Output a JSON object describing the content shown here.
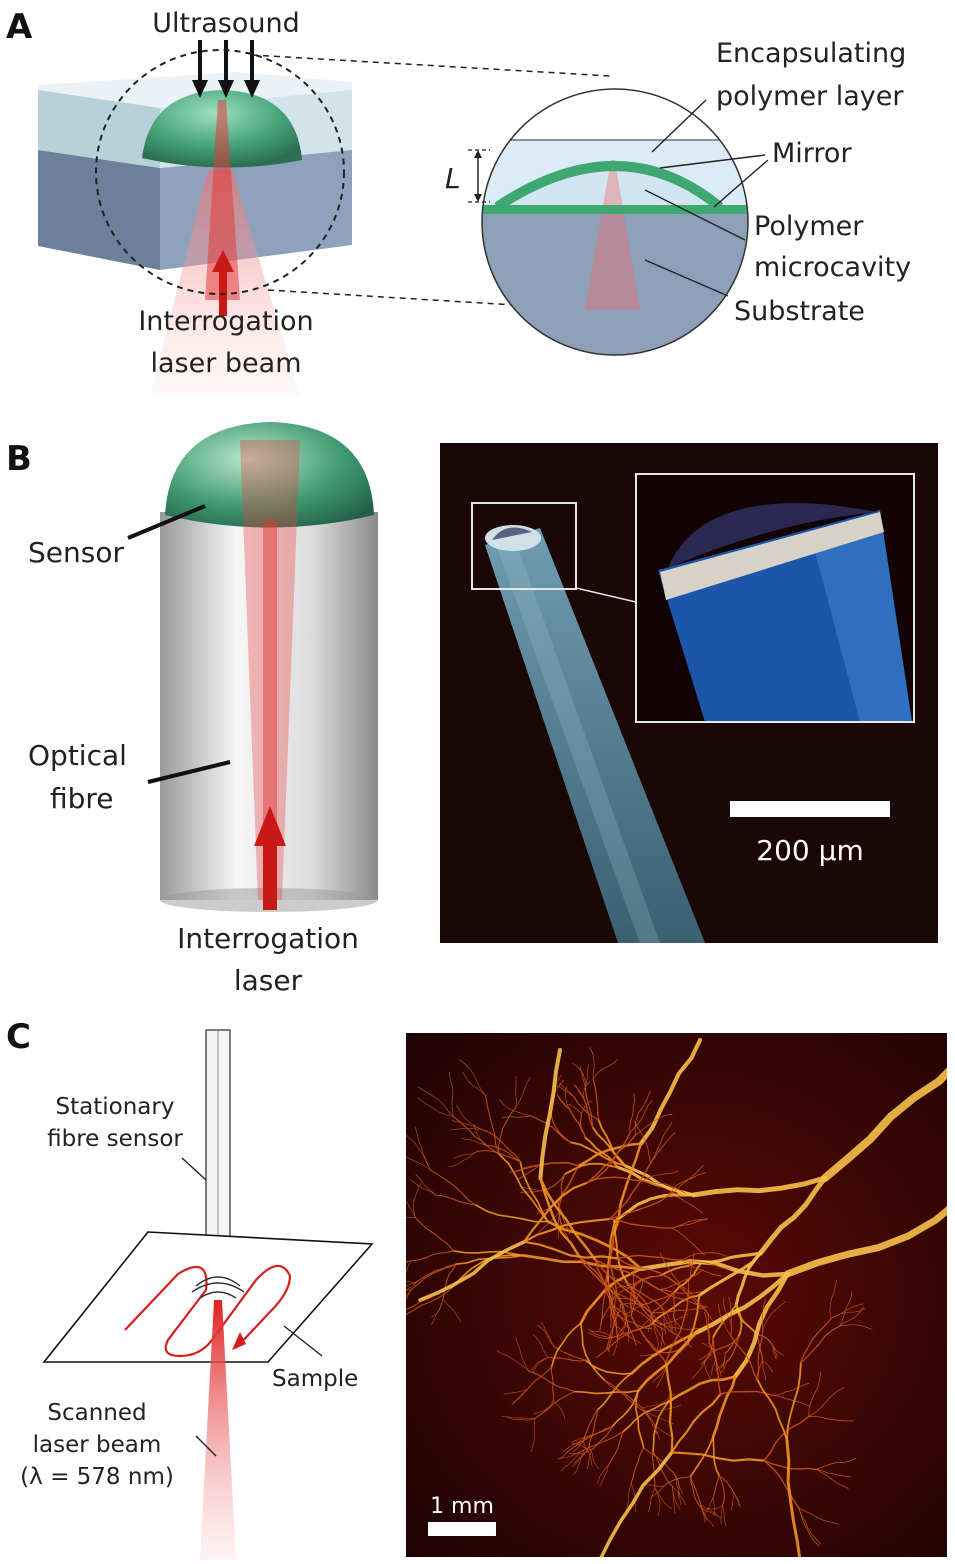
{
  "panels": {
    "a": {
      "letter": "A",
      "ultrasound": "Ultrasound",
      "laser_line1": "Interrogation",
      "laser_line2": "laser beam",
      "encap_line1": "Encapsulating",
      "encap_line2": "polymer layer",
      "mirror": "Mirror",
      "microcavity_line1": "Polymer",
      "microcavity_line2": "microcavity",
      "substrate": "Substrate",
      "thickness": "L"
    },
    "b": {
      "letter": "B",
      "sensor": "Sensor",
      "fibre_line1": "Optical",
      "fibre_line2": "fibre",
      "laser_line1": "Interrogation",
      "laser_line2": "laser",
      "scale_bar": "200 µm"
    },
    "c": {
      "letter": "C",
      "sensor_line1": "Stationary",
      "sensor_line2": "fibre sensor",
      "sample": "Sample",
      "beam_line1": "Scanned",
      "beam_line2": "laser beam",
      "beam_line3": "(λ = 578 nm)",
      "scale_bar": "1 mm"
    }
  },
  "colors": {
    "laser_red": "#c81818",
    "sensor_green": "#3fa872",
    "substrate_blue": "#7f93ad",
    "photo_bg": "#1a0508",
    "vessel": "#f0a020"
  }
}
